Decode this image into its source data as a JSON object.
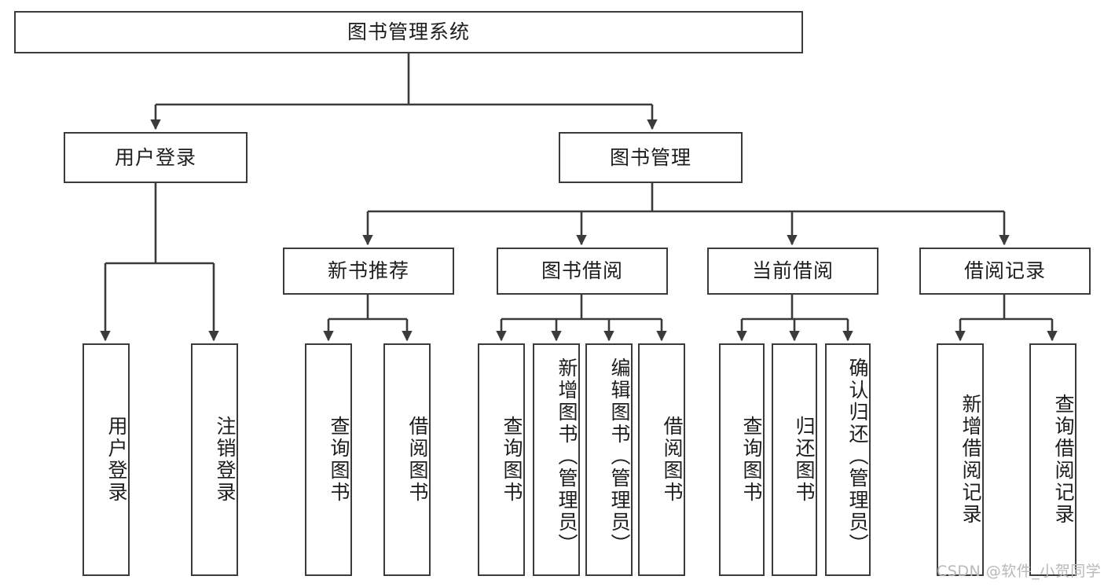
{
  "diagram": {
    "title": "图书管理系统",
    "type": "tree",
    "stroke_color": "#3b3b3b",
    "text_color": "#1d1d1d",
    "background_color": "#ffffff",
    "watermark": "CSDN @软件_小贺同学",
    "nodes": {
      "root": {
        "label": "图书管理系统"
      },
      "level2": [
        {
          "id": "user-login",
          "label": "用户登录"
        },
        {
          "id": "book-manage",
          "label": "图书管理"
        }
      ],
      "level3": [
        {
          "id": "new-book-recommend",
          "label": "新书推荐"
        },
        {
          "id": "book-borrow",
          "label": "图书借阅"
        },
        {
          "id": "current-borrow",
          "label": "当前借阅"
        },
        {
          "id": "borrow-record",
          "label": "借阅记录"
        }
      ],
      "leaves": {
        "user_login": [
          {
            "id": "leaf-user-login",
            "label": "用户登录"
          },
          {
            "id": "leaf-logout",
            "label": "注销登录"
          }
        ],
        "new_book_recommend": [
          {
            "id": "leaf-query-book-1",
            "label": "查询图书"
          },
          {
            "id": "leaf-borrow-book-1",
            "label": "借阅图书"
          }
        ],
        "book_borrow": [
          {
            "id": "leaf-query-book-2",
            "label": "查询图书"
          },
          {
            "id": "leaf-add-book",
            "label": "新增图书（管理员）"
          },
          {
            "id": "leaf-edit-book",
            "label": "编辑图书（管理员）"
          },
          {
            "id": "leaf-borrow-book-2",
            "label": "借阅图书"
          }
        ],
        "current_borrow": [
          {
            "id": "leaf-query-book-3",
            "label": "查询图书"
          },
          {
            "id": "leaf-return-book",
            "label": "归还图书"
          },
          {
            "id": "leaf-confirm-return",
            "label": "确认归还（管理员）"
          }
        ],
        "borrow_record": [
          {
            "id": "leaf-add-record",
            "label": "新增借阅记录"
          },
          {
            "id": "leaf-query-record",
            "label": "查询借阅记录"
          }
        ]
      }
    }
  }
}
